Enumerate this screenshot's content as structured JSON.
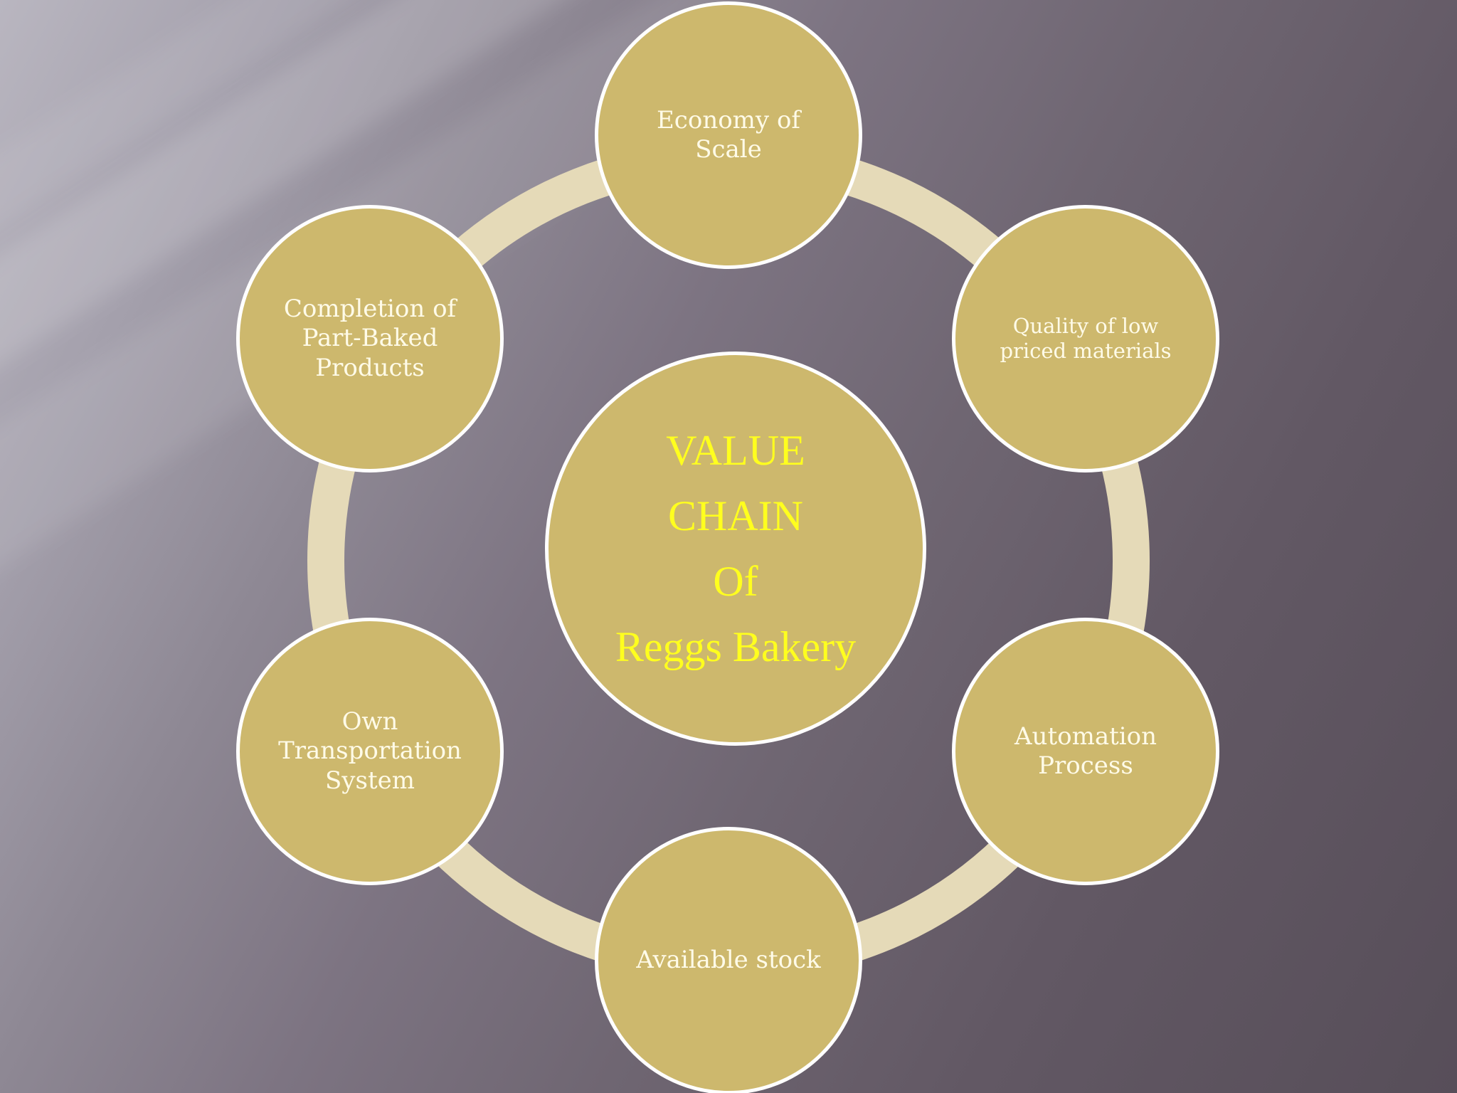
{
  "diagram": {
    "center": {
      "label": "VALUE\nCHAIN\nOf\nReggs Bakery"
    },
    "nodes": [
      {
        "id": "top",
        "label": "Economy of\nScale"
      },
      {
        "id": "top-right",
        "label": "Quality of low\npriced materials"
      },
      {
        "id": "bottom-right",
        "label": "Automation\nProcess"
      },
      {
        "id": "bottom",
        "label": "Available stock"
      },
      {
        "id": "bottom-left",
        "label": "Own\nTransportation\nSystem"
      },
      {
        "id": "top-left",
        "label": "Completion of\nPart-Baked\nProducts"
      }
    ],
    "colors": {
      "node_fill": "#cdb86d",
      "node_border": "#ffffff",
      "ring": "#e5dab8",
      "node_text": "#fffbe8",
      "center_text": "#ffff1e"
    }
  }
}
